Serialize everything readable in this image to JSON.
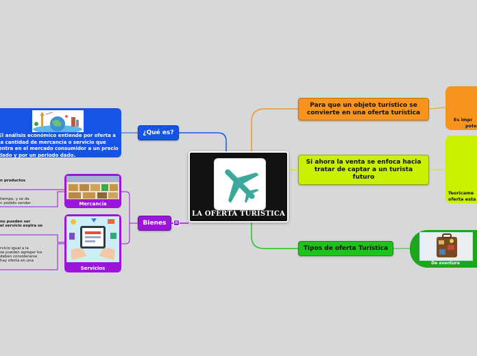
{
  "central": {
    "title": "LA OFERTA TURÍSTICA"
  },
  "topics": {
    "objeto": "Para que un objeto turístico se convierte en una oferta turística",
    "venta": "Si ahora la venta se enfoca hacia tratar de captar a un turista futuro",
    "tipos": "Tipos de oferta Turística",
    "que_es": "¿Qué es?",
    "bienes": "Bienes"
  },
  "right_nodes": {
    "orange_text_1": "Es impr",
    "orange_text_2": "pote",
    "lime_text_1": "Teoricame",
    "lime_text_2": "oferta esta",
    "aventura_caption": "De aventura"
  },
  "que_es_detail": "El análisis económico entiende por oferta a la cantidad de mercancía o servicio que entra en el mercado consumidor a un precio dado y por un periodo dado.",
  "mercancia": {
    "caption": "Mercancía",
    "note_1": "n productos",
    "note_2_line_1": "tiempo, y se da",
    "note_2_line_2": "n podido vender"
  },
  "servicios": {
    "caption": "Servicios",
    "note_1_line_1": "no pueden ser",
    "note_1_line_2": "el servicio expira se",
    "note_2_line_1": "rvicio igual a la",
    "note_2_line_2": "se pueden agregar los",
    "note_2_line_3": "deben considerarse",
    "note_2_line_4": "hay oferta en una"
  },
  "colors": {
    "background": "#d7d8da",
    "orange": "#f7941d",
    "lime": "#c8f000",
    "green": "#1ec31a",
    "blue": "#1654e8",
    "purple": "#9b16d8",
    "plane": "#3aa89a"
  },
  "icons": {
    "logo": "airplane-icon",
    "collapse": "collapse-icon"
  }
}
